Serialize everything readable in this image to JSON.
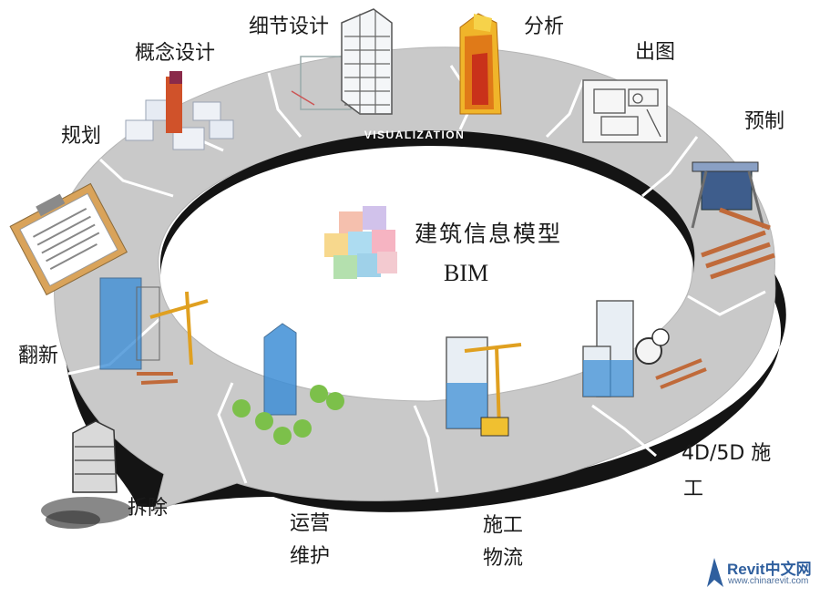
{
  "ring": {
    "band_text": "VISUALIZATION",
    "colors": {
      "track": "#c9c9c9",
      "wall": "#141414",
      "divider": "#ffffff"
    }
  },
  "center": {
    "title_cn": "建筑信息模型",
    "title_en": "BIM"
  },
  "stages": [
    "规划",
    "概念设计",
    "细节设计",
    "分析",
    "出图",
    "预制",
    "4D/5D 施",
    "工",
    "施工",
    "物流",
    "运营",
    "维护",
    "拆除",
    "翻新"
  ],
  "watermark": {
    "brand": "Revit中文网",
    "site": "www.chinarevit.com"
  }
}
